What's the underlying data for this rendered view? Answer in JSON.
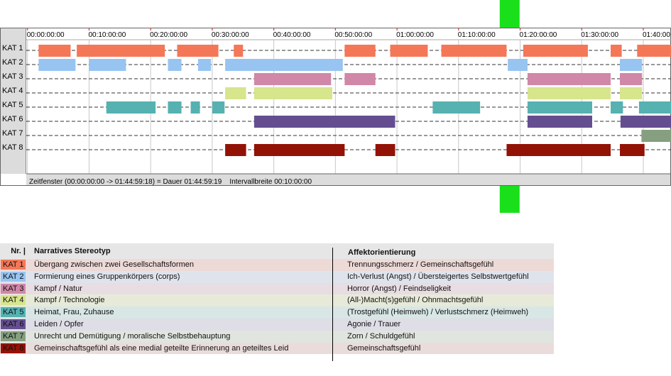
{
  "chart_data": {
    "type": "timeline",
    "time_ticks": [
      "00:00:00:00",
      "00:10:00:00",
      "00:20:00:00",
      "00:30:00:00",
      "00:40:00:00",
      "00:50:00:00",
      "01:00:00:00",
      "01:10:00:00",
      "01:20:00:00",
      "01:30:00:00",
      "01:40:00"
    ],
    "x_range_minutes": [
      -0.2,
      104.5
    ],
    "marker_minutes": 78.3,
    "rows": [
      {
        "label": "KAT 1",
        "color": "#f47757",
        "intervals": [
          [
            1.8,
            7
          ],
          [
            8,
            22.3
          ],
          [
            24.3,
            31
          ],
          [
            33.5,
            35
          ],
          [
            51.5,
            56.5
          ],
          [
            58.9,
            65
          ],
          [
            67.2,
            77.8
          ],
          [
            80.5,
            91
          ],
          [
            94.7,
            96.5
          ],
          [
            99,
            104.5
          ]
        ]
      },
      {
        "label": "KAT 2",
        "color": "#98c4f2",
        "intervals": [
          [
            1.8,
            7.8
          ],
          [
            10,
            16
          ],
          [
            22.8,
            25
          ],
          [
            27.7,
            29.8
          ],
          [
            32.1,
            51.2
          ],
          [
            78,
            81.2
          ],
          [
            96.2,
            99.8
          ]
        ]
      },
      {
        "label": "KAT 3",
        "color": "#d187a8",
        "intervals": [
          [
            36.8,
            49.3
          ],
          [
            51.5,
            56.5
          ],
          [
            81.2,
            94.7
          ],
          [
            96.2,
            99.8
          ]
        ]
      },
      {
        "label": "KAT 4",
        "color": "#d7e58c",
        "intervals": [
          [
            32.1,
            35.5
          ],
          [
            36.8,
            49.5
          ],
          [
            81.2,
            94.7
          ],
          [
            96.2,
            99.8
          ]
        ]
      },
      {
        "label": "KAT 5",
        "color": "#56b1b1",
        "intervals": [
          [
            12.8,
            20.8
          ],
          [
            22.8,
            25
          ],
          [
            26.5,
            28
          ],
          [
            30,
            32
          ],
          [
            65.8,
            73.5
          ],
          [
            81.2,
            91.7
          ],
          [
            94.7,
            96.7
          ],
          [
            99.3,
            104.5
          ]
        ]
      },
      {
        "label": "KAT 6",
        "color": "#654e90",
        "intervals": [
          [
            36.8,
            59.7
          ],
          [
            81.2,
            91.7
          ],
          [
            96.3,
            104.5
          ]
        ]
      },
      {
        "label": "KAT 7",
        "color": "#869f80",
        "intervals": [
          [
            99.7,
            104.5
          ]
        ]
      },
      {
        "label": "KAT 8",
        "color": "#931206",
        "intervals": [
          [
            32.1,
            35.5
          ],
          [
            36.8,
            51.5
          ],
          [
            56.5,
            59.7
          ],
          [
            77.8,
            94.7
          ],
          [
            96.2,
            100.2
          ]
        ]
      }
    ],
    "status_text": "Zeitfenster (00:00:00:00 -> 01:44:59:18) = Dauer 01:44:59:19    Intervallbreite 00:10:00:00"
  },
  "legend": {
    "header": {
      "nr": "Nr. |",
      "stereotyp": "Narratives Stereotyp",
      "affekt": "Affektorientierung"
    },
    "rows": [
      {
        "badge": "KAT 1",
        "badge_color": "#f47757",
        "row_color": "#eddad7",
        "stereotyp": "Übergang zwischen zwei Gesellschaftsformen",
        "affekt": "Trennungsschmerz / Gemeinschaftsgefühl"
      },
      {
        "badge": "KAT 2",
        "badge_color": "#98c4f2",
        "row_color": "#dfe4ec",
        "stereotyp": "Formierung eines Gruppenkörpers (corps)",
        "affekt": "Ich-Verlust (Angst) / Übersteigertes Selbstwertgefühl"
      },
      {
        "badge": "KAT 3",
        "badge_color": "#d187a8",
        "row_color": "#e8dde2",
        "stereotyp": "Kampf / Natur",
        "affekt": "Horror (Angst) / Feindseligkeit"
      },
      {
        "badge": "KAT 4",
        "badge_color": "#d7e58c",
        "row_color": "#e7ead8",
        "stereotyp": "Kampf / Technologie",
        "affekt": "(All-)Macht(s)gefühl / Ohnmachtsgefühl"
      },
      {
        "badge": "KAT 5",
        "badge_color": "#56b1b1",
        "row_color": "#d8e6e6",
        "stereotyp": "Heimat, Frau, Zuhause",
        "affekt": "(Trostgefühl (Heimweh) / Verlustschmerz (Heimweh)"
      },
      {
        "badge": "KAT 6",
        "badge_color": "#654e90",
        "row_color": "#dfdde6",
        "stereotyp": "Leiden / Opfer",
        "affekt": "Agonie / Trauer"
      },
      {
        "badge": "KAT 7",
        "badge_color": "#869f80",
        "row_color": "#e0e5df",
        "stereotyp": "Unrecht und Demütigung / moralische Selbstbehauptung",
        "affekt": "Zorn / Schuldgefühl"
      },
      {
        "badge": "KAT 8",
        "badge_color": "#931206",
        "row_color": "#e9dcdb",
        "stereotyp": "Gemeinschaftsgefühl als eine medial geteilte Erinnerung an geteiltes Leid",
        "affekt": "Gemeinschaftsgefühl"
      }
    ]
  }
}
